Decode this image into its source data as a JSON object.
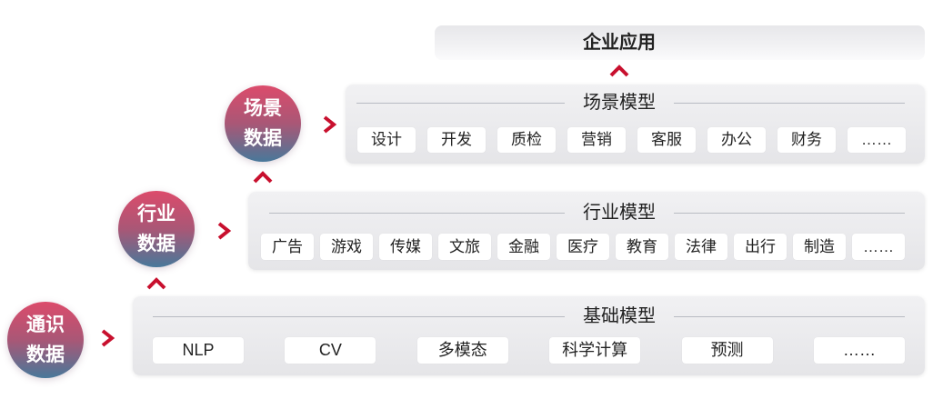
{
  "application": {
    "label": "企业应用"
  },
  "layers": {
    "scene": {
      "title": "场景模型",
      "source": [
        "场景",
        "数据"
      ],
      "items": [
        "设计",
        "开发",
        "质检",
        "营销",
        "客服",
        "办公",
        "财务",
        "……"
      ]
    },
    "industry": {
      "title": "行业模型",
      "source": [
        "行业",
        "数据"
      ],
      "items": [
        "广告",
        "游戏",
        "传媒",
        "文旅",
        "金融",
        "医疗",
        "教育",
        "法律",
        "出行",
        "制造",
        "……"
      ]
    },
    "base": {
      "title": "基础模型",
      "source": [
        "通识",
        "数据"
      ],
      "items": [
        "NLP",
        "CV",
        "多模态",
        "科学计算",
        "预测",
        "……"
      ]
    }
  },
  "icons": {
    "flow_right": "chevron-right-icon",
    "flow_up": "caret-up-icon"
  },
  "colors": {
    "arrow": "#c8102e",
    "circle_top": "#dc4b6b",
    "circle_mid": "#a95776",
    "circle_bottom": "#48789a",
    "panel": "#e5e5e8",
    "item": "#ffffff"
  }
}
